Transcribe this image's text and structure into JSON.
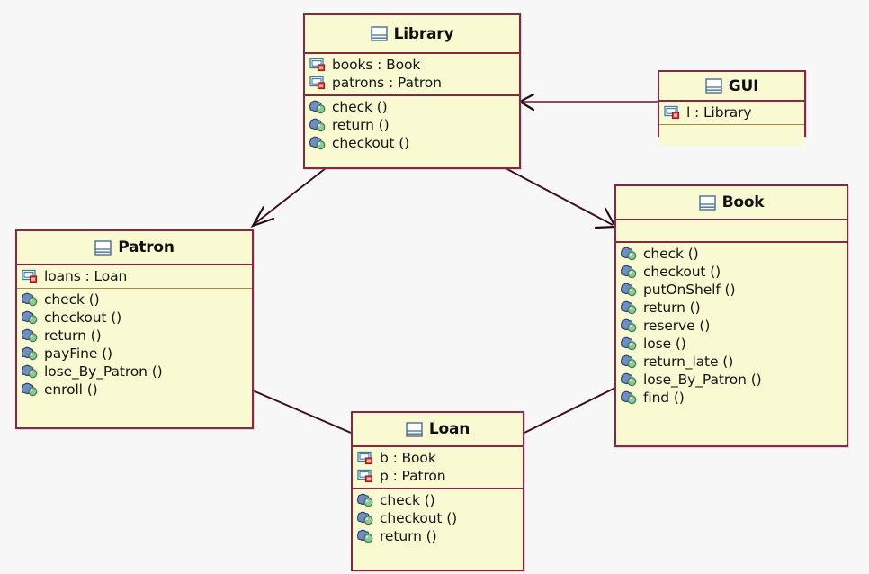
{
  "diagram": {
    "type": "uml-class-diagram",
    "background_color": "#f8f7f8",
    "box_fill_color": "#fafad2",
    "box_border_color": "#8a2742",
    "connector_color": "#6d1730",
    "classes": [
      {
        "id": "library",
        "name": "Library",
        "icon": "class-icon",
        "attributes": [
          {
            "label": "books : Book",
            "icon": "attribute-icon"
          },
          {
            "label": "patrons : Patron",
            "icon": "attribute-icon"
          }
        ],
        "methods": [
          {
            "label": "check ()",
            "icon": "method-icon"
          },
          {
            "label": "return ()",
            "icon": "method-icon"
          },
          {
            "label": "checkout ()",
            "icon": "method-icon"
          }
        ]
      },
      {
        "id": "gui",
        "name": "GUI",
        "icon": "class-icon",
        "attributes": [
          {
            "label": "l : Library",
            "icon": "attribute-icon"
          }
        ],
        "methods": []
      },
      {
        "id": "patron",
        "name": "Patron",
        "icon": "class-icon",
        "attributes": [
          {
            "label": "loans : Loan",
            "icon": "attribute-icon"
          }
        ],
        "methods": [
          {
            "label": "check ()",
            "icon": "method-icon"
          },
          {
            "label": "checkout ()",
            "icon": "method-icon"
          },
          {
            "label": "return ()",
            "icon": "method-icon"
          },
          {
            "label": "payFine ()",
            "icon": "method-icon"
          },
          {
            "label": "lose_By_Patron ()",
            "icon": "method-icon"
          },
          {
            "label": "enroll ()",
            "icon": "method-icon"
          }
        ]
      },
      {
        "id": "book",
        "name": "Book",
        "icon": "class-icon",
        "attributes": [],
        "methods": [
          {
            "label": "check ()",
            "icon": "method-icon"
          },
          {
            "label": "checkout ()",
            "icon": "method-icon"
          },
          {
            "label": "putOnShelf ()",
            "icon": "method-icon"
          },
          {
            "label": "return ()",
            "icon": "method-icon"
          },
          {
            "label": "reserve ()",
            "icon": "method-icon"
          },
          {
            "label": "lose ()",
            "icon": "method-icon"
          },
          {
            "label": "return_late ()",
            "icon": "method-icon"
          },
          {
            "label": "lose_By_Patron ()",
            "icon": "method-icon"
          },
          {
            "label": "find ()",
            "icon": "method-icon"
          }
        ]
      },
      {
        "id": "loan",
        "name": "Loan",
        "icon": "class-icon",
        "attributes": [
          {
            "label": "b : Book",
            "icon": "attribute-icon"
          },
          {
            "label": "p : Patron",
            "icon": "attribute-icon"
          }
        ],
        "methods": [
          {
            "label": "check ()",
            "icon": "method-icon"
          },
          {
            "label": "checkout ()",
            "icon": "method-icon"
          },
          {
            "label": "return ()",
            "icon": "method-icon"
          }
        ]
      }
    ],
    "connectors": [
      {
        "from": "gui",
        "to": "library",
        "arrowhead": "open",
        "style": "solid"
      },
      {
        "from": "library",
        "to": "patron",
        "arrowhead": "open",
        "style": "solid"
      },
      {
        "from": "library",
        "to": "book",
        "arrowhead": "open",
        "style": "solid"
      },
      {
        "from": "patron",
        "to": "loan",
        "arrowhead": "none",
        "style": "solid"
      },
      {
        "from": "loan",
        "to": "book",
        "arrowhead": "none",
        "style": "solid"
      }
    ]
  }
}
